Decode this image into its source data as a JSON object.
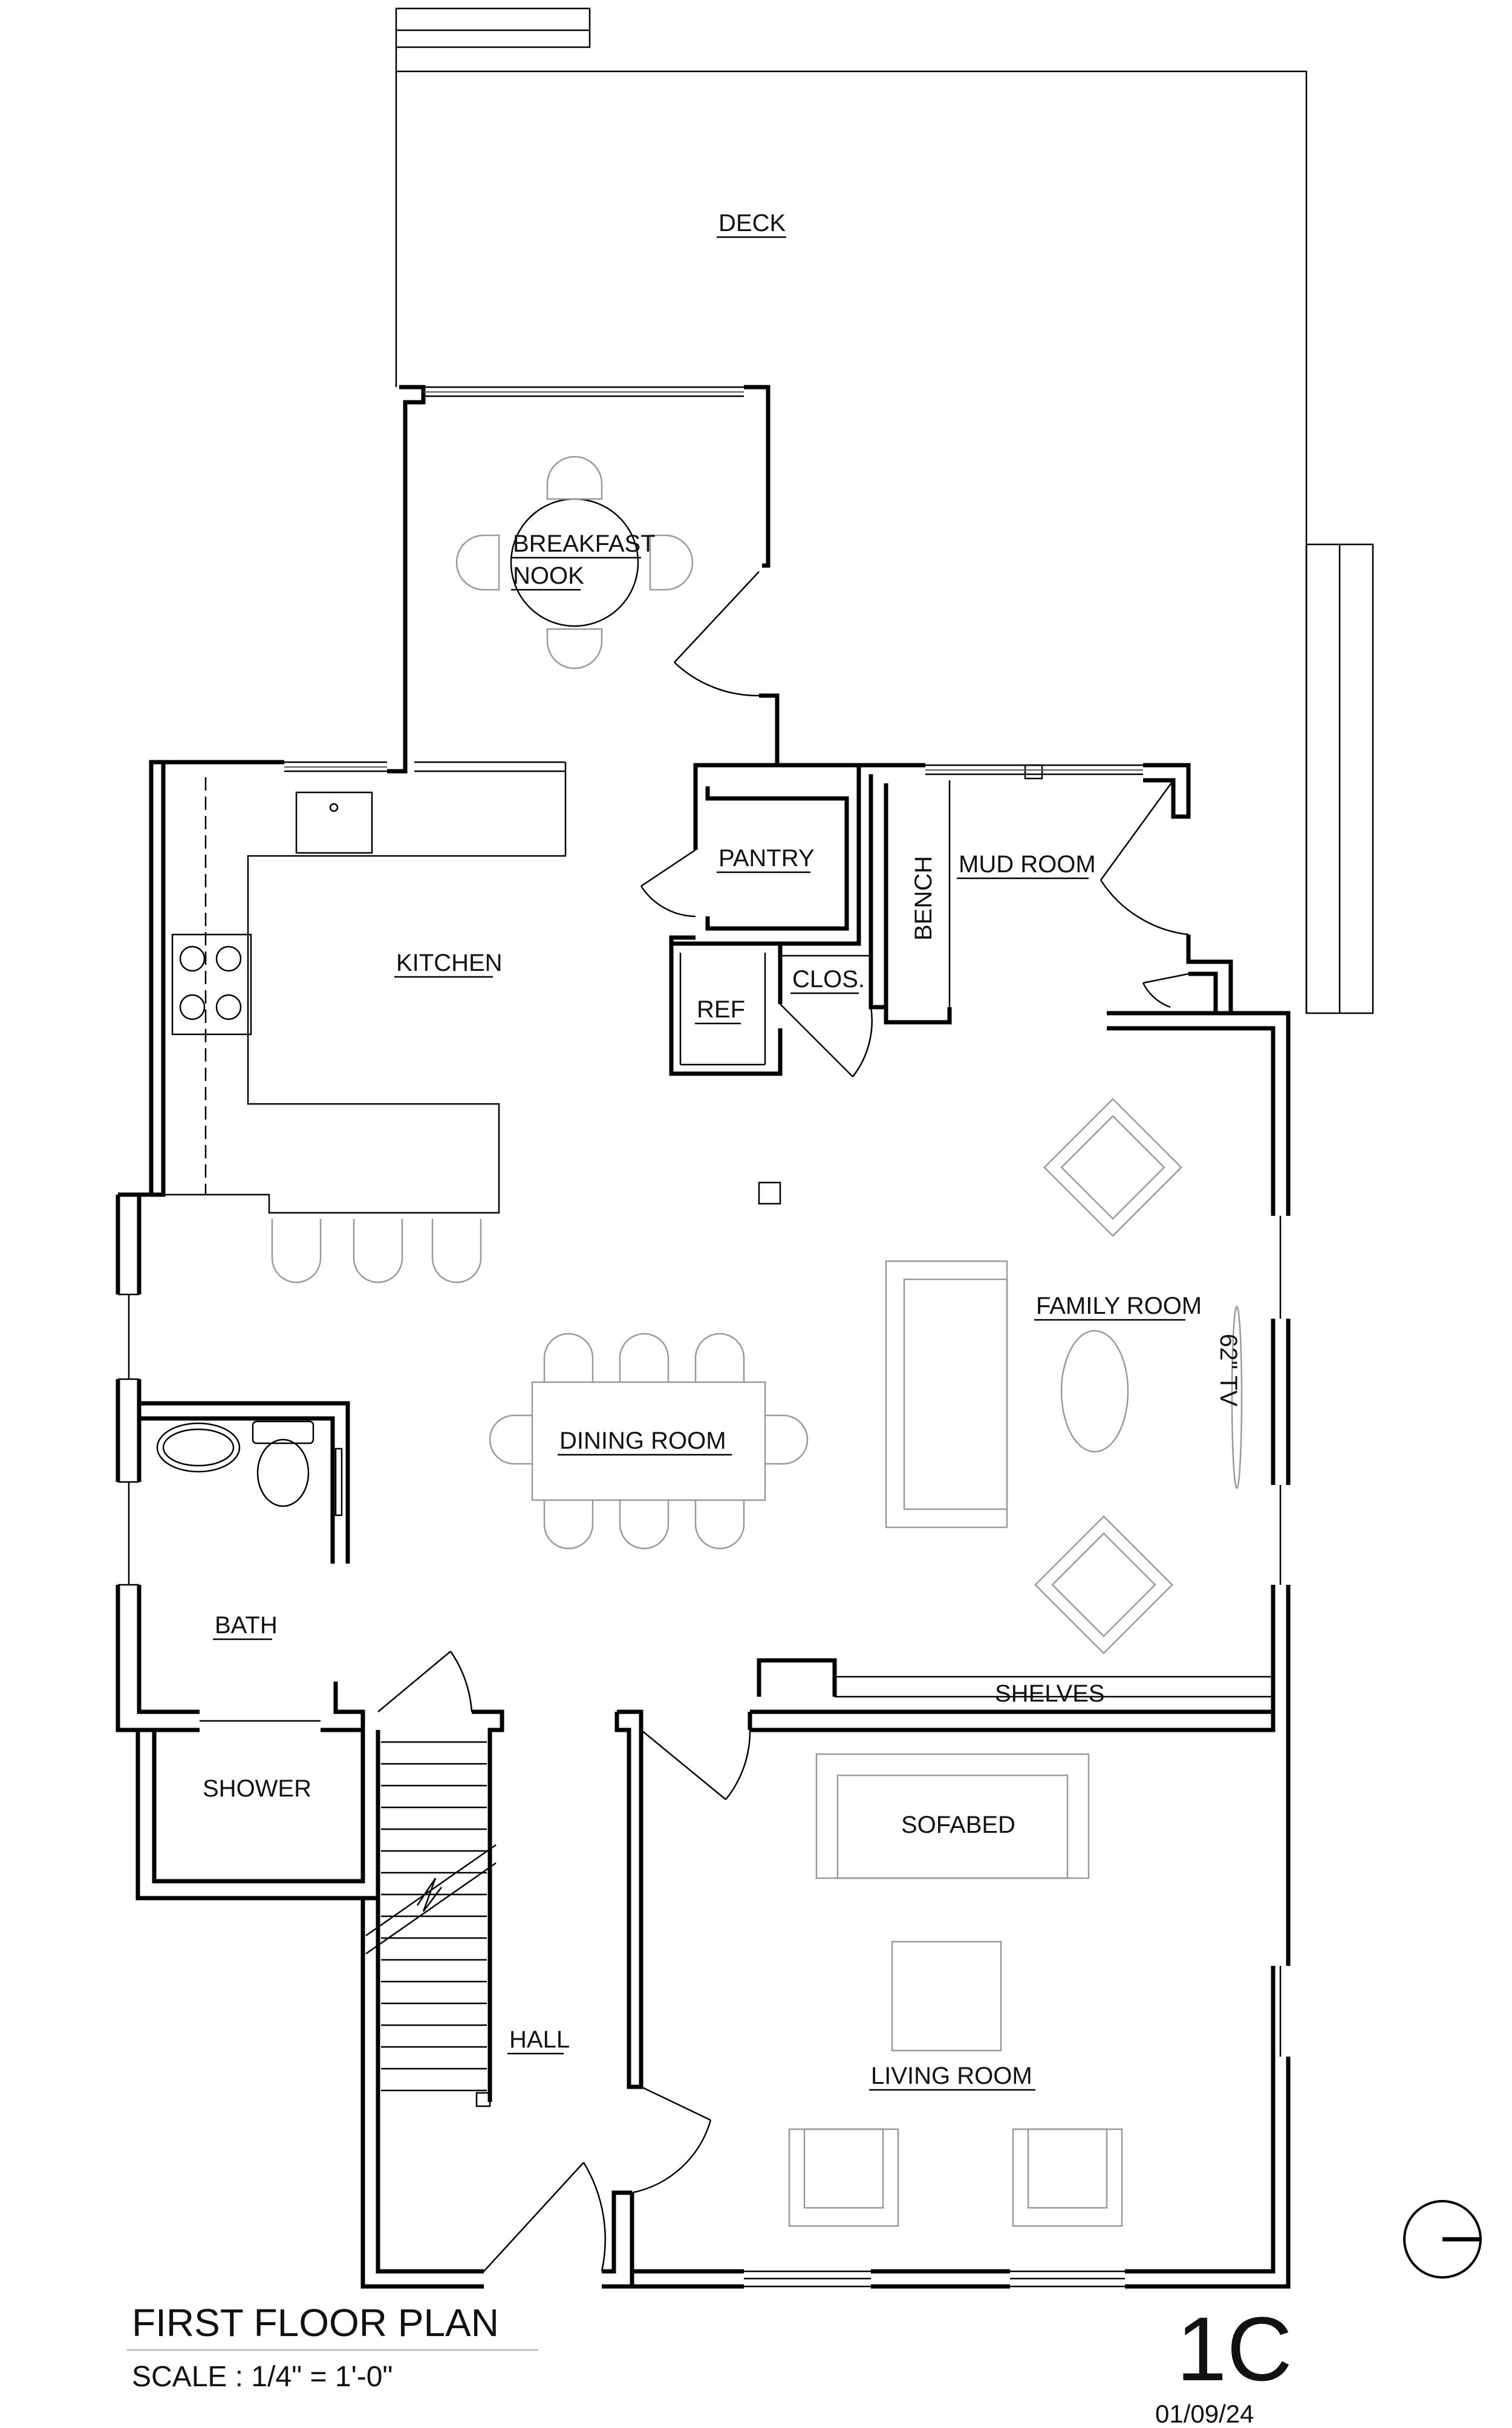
{
  "drawing": {
    "title": "FIRST FLOOR PLAN",
    "scale": "SCALE : 1/4\" = 1'-0\"",
    "sheet_number": "1C",
    "date": "01/09/24"
  },
  "rooms": {
    "deck": "DECK",
    "breakfast_nook_line1": "BREAKFAST",
    "breakfast_nook_line2": "NOOK",
    "pantry": "PANTRY",
    "bench": "BENCH",
    "mud_room": "MUD ROOM",
    "kitchen": "KITCHEN",
    "ref": "REF",
    "closet": "CLOS.",
    "family_room": "FAMILY ROOM",
    "tv": "62\" TV",
    "dining_room": "DINING ROOM",
    "bath": "BATH",
    "shelves": "SHELVES",
    "shower": "SHOWER",
    "sofabed": "SOFABED",
    "hall": "HALL",
    "living_room": "LIVING ROOM"
  },
  "icons": {
    "north": "north-arrow-icon"
  }
}
